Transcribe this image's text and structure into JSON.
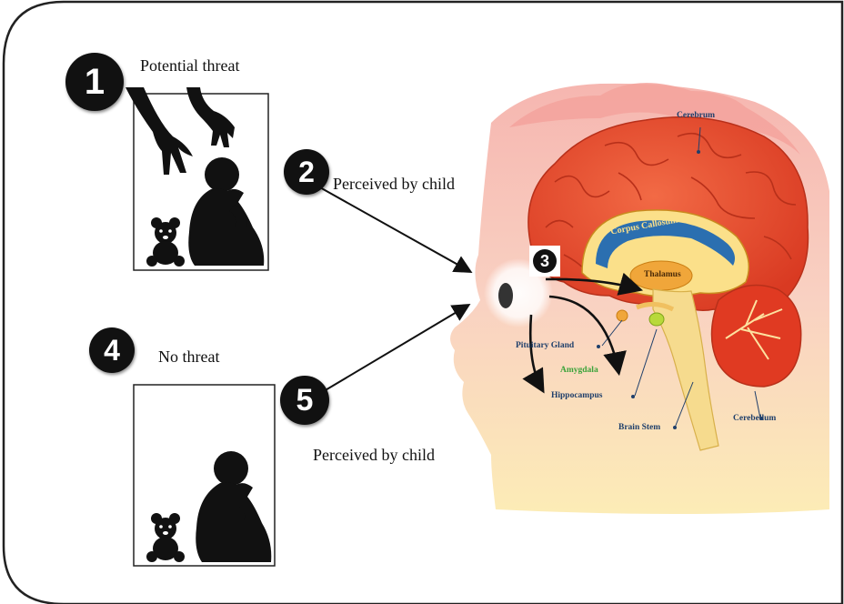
{
  "steps": [
    {
      "number": "1",
      "label": "Potential threat"
    },
    {
      "number": "2",
      "label": "Perceived by child"
    },
    {
      "number": "3",
      "label": ""
    },
    {
      "number": "4",
      "label": "No threat"
    },
    {
      "number": "5",
      "label": "Perceived by child"
    }
  ],
  "brain_labels": {
    "cerebrum": "Cerebrum",
    "corpus_callosum": "Corpus Callosum",
    "thalamus": "Thalamus",
    "pituitary_gland": "Pituitary Gland",
    "amygdala": "Amygdala",
    "hippocampus": "Hippocampus",
    "brain_stem": "Brain Stem",
    "cerebellum": "Cerebellum"
  },
  "colors": {
    "cerebrum": "#e8462a",
    "cerebellum": "#e03a22",
    "head_top": "#f7b9b2",
    "head_bottom": "#fbe7b4",
    "corpus_callosum": "#2b6fb0",
    "thalamus": "#f0a63a",
    "brain_stem": "#f6db8e",
    "amygdala_text": "#3aa33a",
    "label_text": "#1f3f6b"
  }
}
